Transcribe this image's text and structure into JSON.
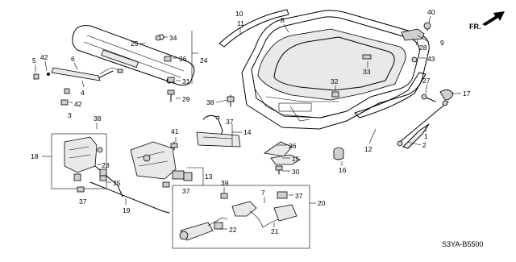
{
  "diagram": {
    "diagram_code": "S3YA-B5500",
    "front_marker": "FR.",
    "callouts": [
      "1",
      "2",
      "3",
      "4",
      "5",
      "6",
      "7",
      "8",
      "9",
      "10",
      "11",
      "12",
      "13",
      "14",
      "15",
      "16",
      "17",
      "18",
      "19",
      "20",
      "21",
      "22",
      "23",
      "24",
      "25",
      "26",
      "27",
      "28",
      "29",
      "30",
      "31",
      "32",
      "33",
      "34",
      "35",
      "36",
      "37",
      "38",
      "39",
      "40",
      "41",
      "42",
      "43"
    ]
  }
}
